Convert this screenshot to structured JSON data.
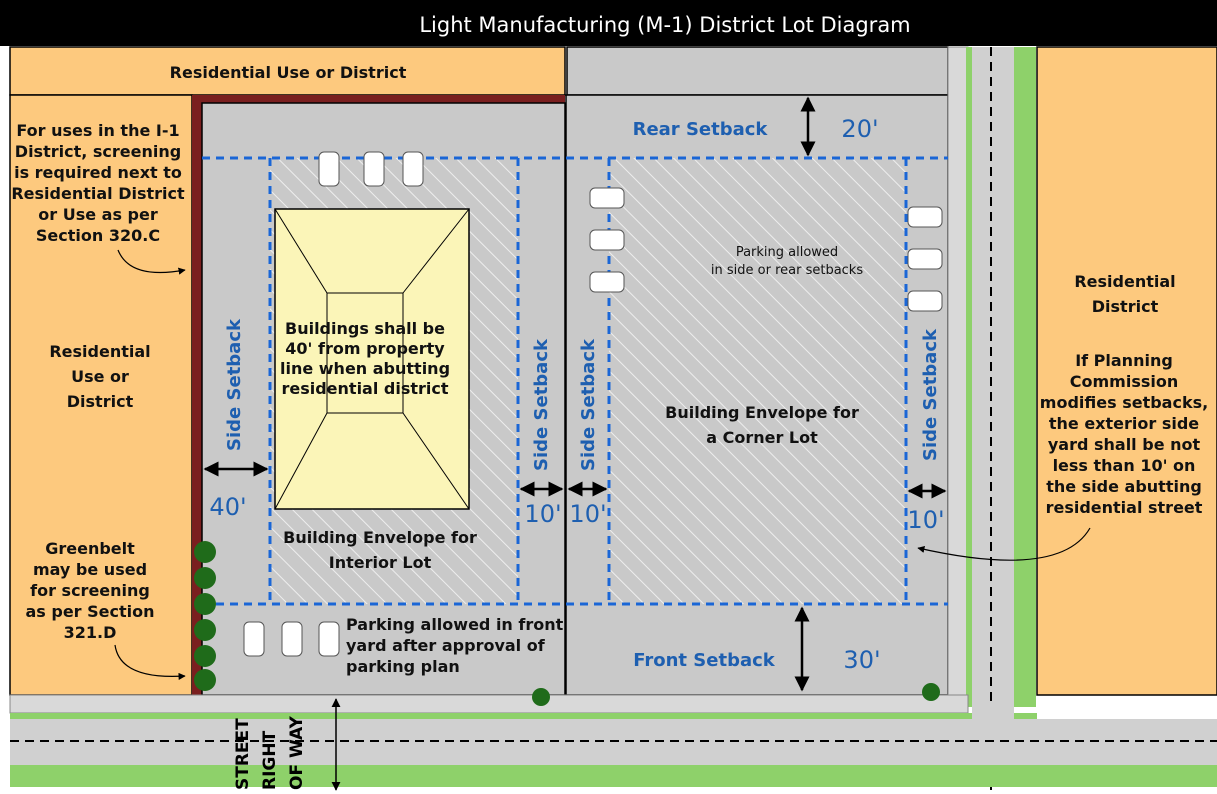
{
  "title": "Light Manufacturing (M-1) District Lot Diagram",
  "labels": {
    "residential_top": "Residential Use or District",
    "residential_left": [
      "Residential",
      "Use or",
      "District"
    ],
    "residential_right": [
      "Residential",
      "District"
    ],
    "screening_note": [
      "For uses in the I-1",
      "District, screening",
      "is required next to",
      "Residential District",
      "or Use as per",
      "Section 320.C"
    ],
    "greenbelt_note": [
      "Greenbelt",
      "may be used",
      "for screening",
      "as per Section",
      "321.D"
    ],
    "planning_note": [
      "If Planning",
      "Commission",
      "modifies setbacks,",
      "the exterior side",
      "yard shall be not",
      "less than 10' on",
      "the side abutting",
      "residential street"
    ],
    "building_note": [
      "Buildings shall be",
      "40' from property",
      "line when abutting",
      "residential district"
    ],
    "interior_envelope": [
      "Building Envelope for",
      "Interior Lot"
    ],
    "corner_envelope": [
      "Building Envelope for",
      "a Corner Lot"
    ],
    "parking_side_rear": [
      "Parking allowed",
      "in side or rear setbacks"
    ],
    "parking_front": [
      "Parking allowed in front",
      "yard after approval of",
      "parking plan"
    ],
    "rear_setback": "Rear Setback",
    "front_setback": "Front Setback",
    "side_setback": "Side Setback",
    "street_row": [
      "STREET",
      "RIGHT",
      "OF WAY"
    ]
  },
  "dimensions": {
    "rear": "20'",
    "front": "30'",
    "side_interior_left": "40'",
    "side_interior_right": "10'",
    "side_corner_left": "10'",
    "side_corner_right": "10'"
  },
  "colors": {
    "title_bar": "#000000",
    "residential": "#fdc97e",
    "lot": "#c9c9c9",
    "building": "#fbf5b8",
    "setback_line": "#1a66d6",
    "green": "#8ed16a",
    "screen_wall": "#7a1f1f"
  }
}
